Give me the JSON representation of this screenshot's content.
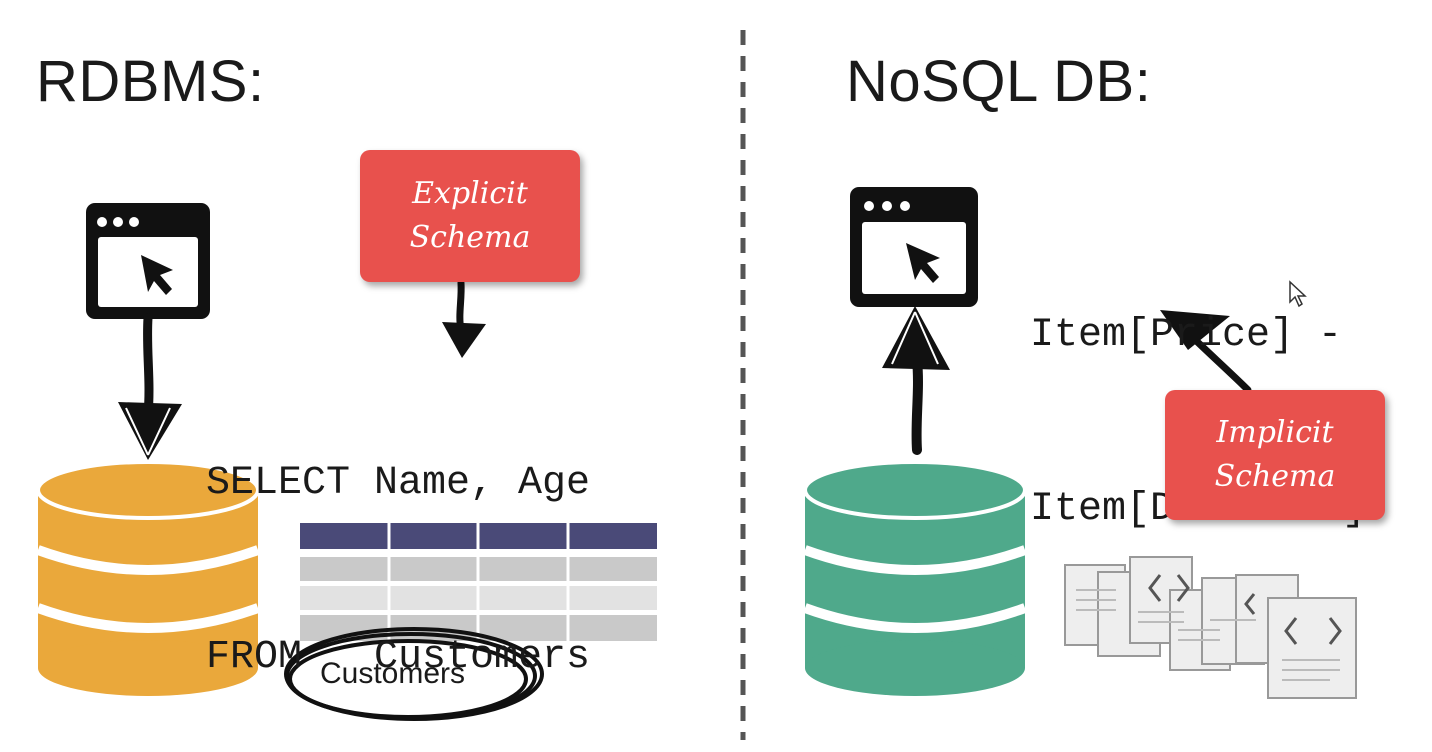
{
  "left": {
    "heading": "RDBMS:",
    "query_lines": [
      "SELECT Name, Age",
      "FROM   Customers"
    ],
    "schema_tag": [
      "Explicit",
      "Schema"
    ],
    "table_caption": "Customers",
    "database_color": "#eaa83b",
    "table_header_color": "#4a4a78"
  },
  "right": {
    "heading": "NoSQL DB:",
    "query_lines": [
      "Item[Price] -",
      "Item[Discount]"
    ],
    "schema_tag": [
      "Implicit",
      "Schema"
    ],
    "database_color": "#4fa98b"
  },
  "icons": [
    "browser-window-icon",
    "cursor-arrow-icon",
    "database-icon",
    "document-code-icon"
  ],
  "tag_color": "#e8514d"
}
